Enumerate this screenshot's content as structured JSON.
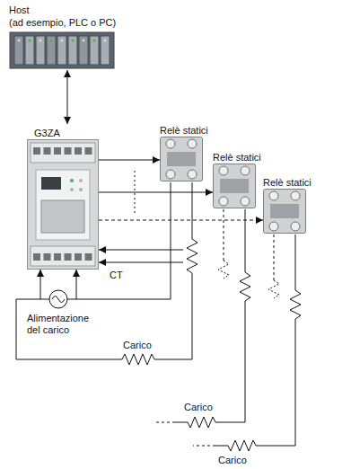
{
  "diagram": {
    "nodes": [
      {
        "text": [
          "Host",
          "(ad esempio, PLC o PC)"
        ]
      },
      {
        "text": [
          "G3ZA"
        ]
      },
      {
        "text": [
          "Relè statici"
        ]
      },
      {
        "text": [
          "Relè statici"
        ]
      },
      {
        "text": [
          "Relè statici"
        ]
      }
    ],
    "edges": [
      {
        "from": 0,
        "to": 1,
        "arrow": "both"
      },
      {
        "from": 1,
        "to": 2,
        "arrow": "to"
      },
      {
        "from": 1,
        "to": 3,
        "arrow": "to"
      },
      {
        "from": 1,
        "to": 4,
        "arrow": "to"
      }
    ],
    "labels": [
      "CT",
      "Alimentazione del carico",
      "Carico",
      "Carico",
      "Carico"
    ]
  }
}
